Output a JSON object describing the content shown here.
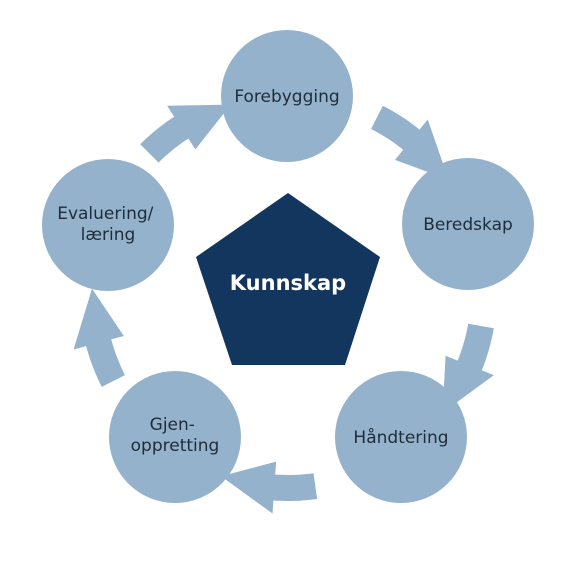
{
  "diagram": {
    "center": {
      "label": "Kunnskap"
    },
    "nodes": [
      {
        "id": "forebygging",
        "lines": [
          "Forebygging"
        ]
      },
      {
        "id": "beredskap",
        "lines": [
          "Beredskap"
        ]
      },
      {
        "id": "handtering",
        "lines": [
          "Håndtering"
        ]
      },
      {
        "id": "gjenoppretting",
        "lines": [
          "Gjen-",
          "oppretting"
        ]
      },
      {
        "id": "evaluering",
        "lines": [
          "Evaluering/",
          "læring"
        ]
      }
    ],
    "colors": {
      "node_fill": "#94b2cb",
      "arrow_fill": "#94b2cb",
      "center_fill": "#13365e",
      "node_text": "#1f2d3a",
      "center_text": "#ffffff"
    }
  }
}
